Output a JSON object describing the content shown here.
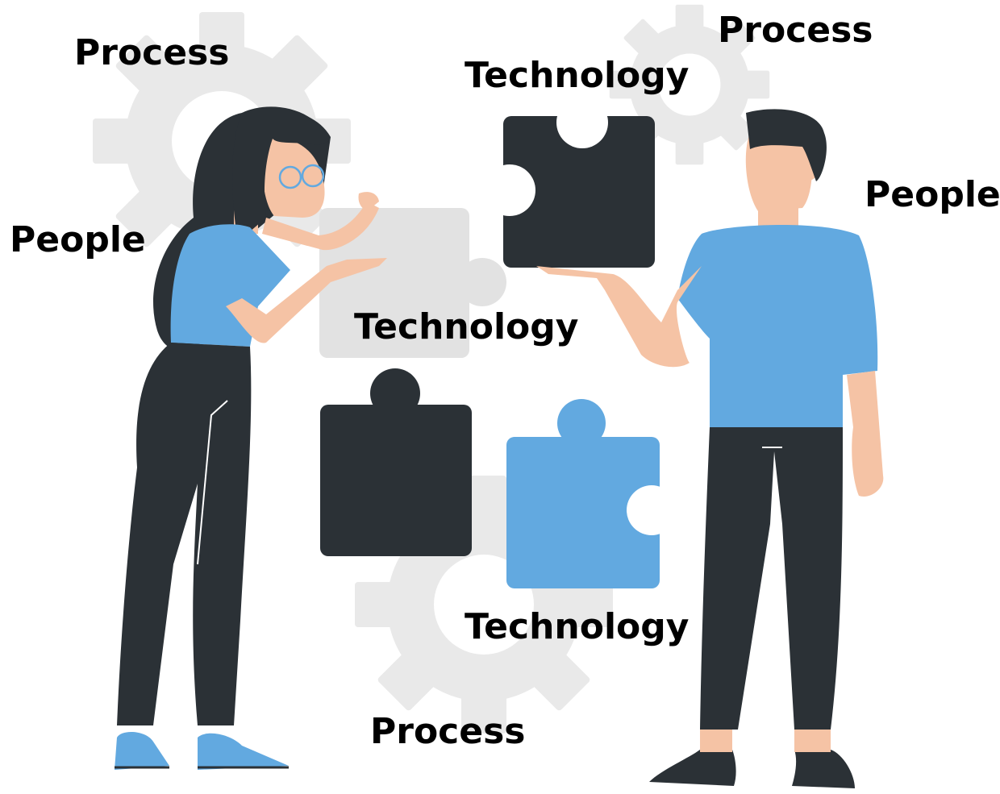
{
  "labels": {
    "process_top_left": "Process",
    "process_top_right": "Process",
    "process_bottom": "Process",
    "technology_top": "Technology",
    "technology_middle": "Technology",
    "technology_bottom": "Technology",
    "people_left": "People",
    "people_right": "People"
  },
  "colors": {
    "gear": "#e9e9e9",
    "piece_dark": "#2b3136",
    "piece_light": "#e2e2e2",
    "piece_blue": "#62a9e0",
    "skin": "#f5c3a5",
    "shirt": "#62a9e0",
    "hair": "#2b3136",
    "text": "#000000"
  },
  "icons": [
    "gear-icon",
    "puzzle-piece-icon",
    "person-woman-illustration",
    "person-man-illustration",
    "glasses-icon"
  ]
}
